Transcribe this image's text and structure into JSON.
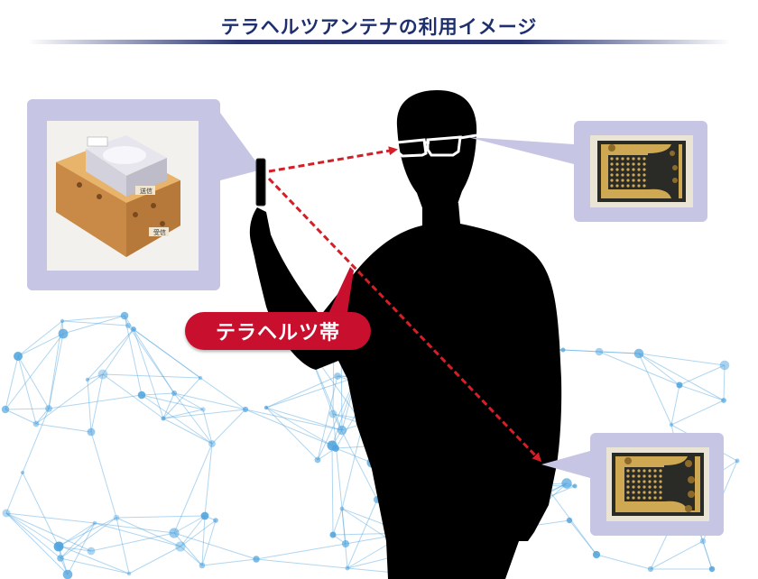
{
  "title": "テラヘルツアンテナの利用イメージ",
  "band_label": "テラヘルツ帯",
  "device_photo_labels": [
    "送信",
    "受信"
  ],
  "colors": {
    "title": "#1e2f6e",
    "callout": "#c6c5e3",
    "arrow": "#d41f26",
    "label_bg": "#c8102e",
    "network": "#4fa3dd",
    "silhouette": "#000000",
    "chip_gold": "#c9a24a"
  }
}
